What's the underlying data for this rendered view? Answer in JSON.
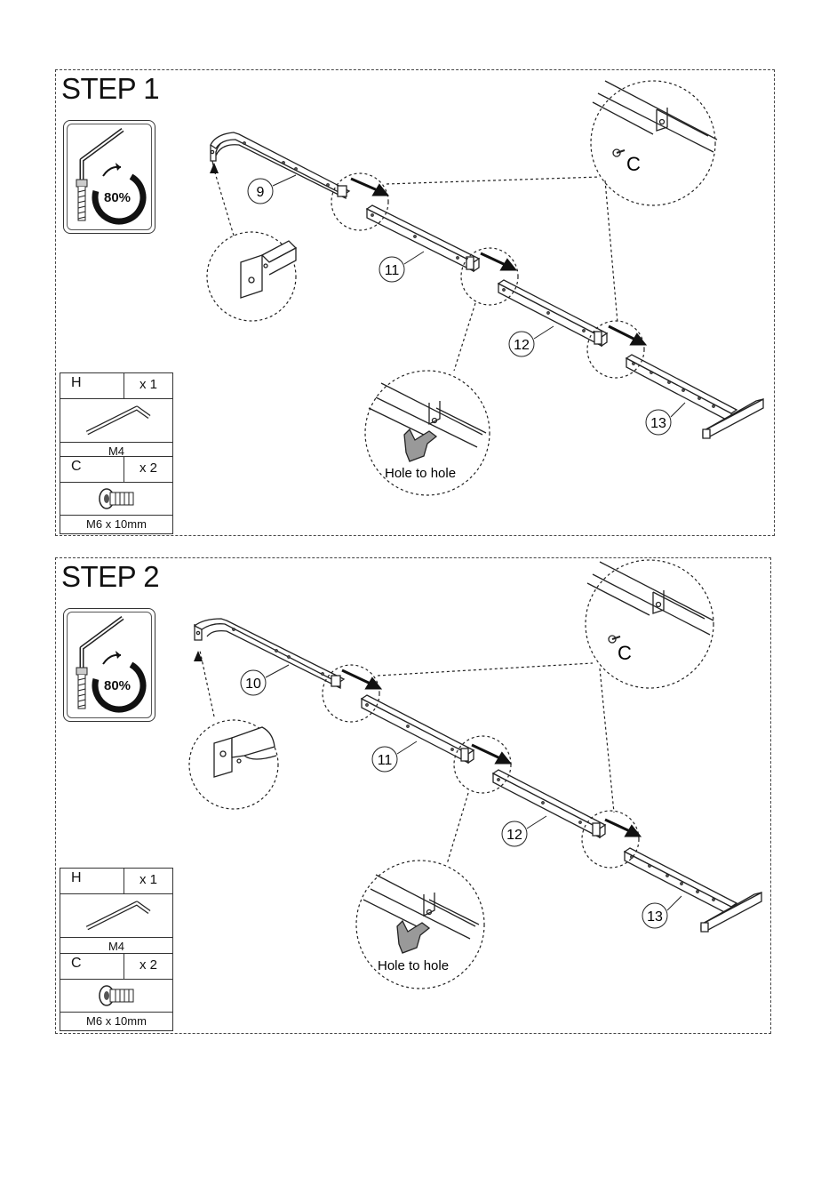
{
  "steps": [
    {
      "title": "STEP 1",
      "torque": "80%",
      "parts": [
        {
          "letter": "H",
          "qty": "x 1",
          "size": "M4"
        },
        {
          "letter": "C",
          "qty": "x 2",
          "size": "M6 x 10mm"
        }
      ],
      "tube_labels": [
        "9",
        "11",
        "12",
        "13"
      ],
      "screw_label": "C",
      "hole_text": "Hole to hole"
    },
    {
      "title": "STEP 2",
      "torque": "80%",
      "parts": [
        {
          "letter": "H",
          "qty": "x 1",
          "size": "M4"
        },
        {
          "letter": "C",
          "qty": "x 2",
          "size": "M6 x 10mm"
        }
      ],
      "tube_labels": [
        "10",
        "11",
        "12",
        "13"
      ],
      "screw_label": "C",
      "hole_text": "Hole to hole"
    }
  ]
}
